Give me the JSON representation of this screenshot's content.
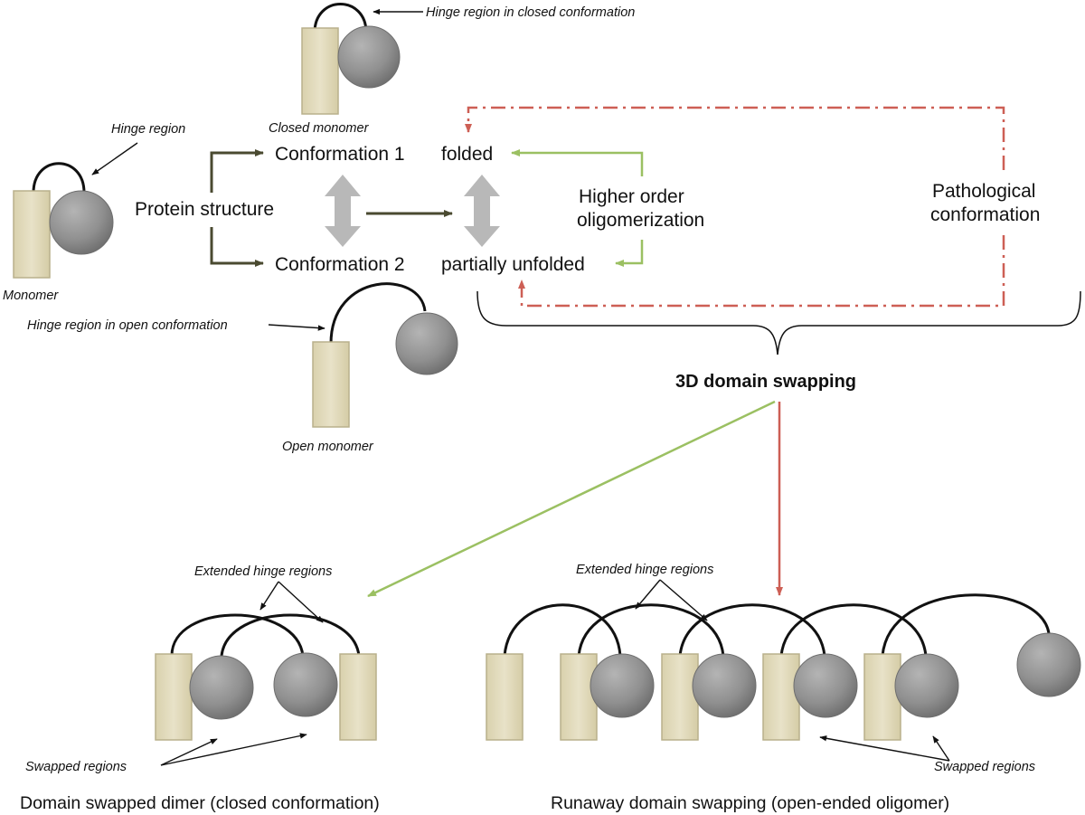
{
  "labels": {
    "hinge_closed": "Hinge region in closed conformation",
    "closed_monomer": "Closed monomer",
    "hinge_region": "Hinge region",
    "monomer": "Monomer",
    "conformation1": "Conformation 1",
    "conformation2": "Conformation 2",
    "protein_structure": "Protein structure",
    "folded": "folded",
    "partially_unfolded": "partially unfolded",
    "higher_order_1": "Higher order",
    "higher_order_2": "oligomerization",
    "pathological_1": "Pathological",
    "pathological_2": "conformation",
    "hinge_open": "Hinge region in open conformation",
    "open_monomer": "Open monomer",
    "domain_swapping": "3D domain swapping",
    "extended_hinge_left": "Extended hinge regions",
    "extended_hinge_right": "Extended hinge regions",
    "swapped_left": "Swapped regions",
    "swapped_right": "Swapped regions",
    "caption_dimer": "Domain swapped dimer (closed conformation)",
    "caption_runaway": "Runaway domain swapping (open-ended oligomer)"
  },
  "colors": {
    "block_fill": "#e2dbbd",
    "block_stroke": "#b9b08c",
    "sphere_fill": "#8e8e8e",
    "dark_arrow": "#4a4a30",
    "green_arrow": "#9bc062",
    "red_arrow": "#cd5f55",
    "gray_arrow": "#b8b8b8"
  }
}
